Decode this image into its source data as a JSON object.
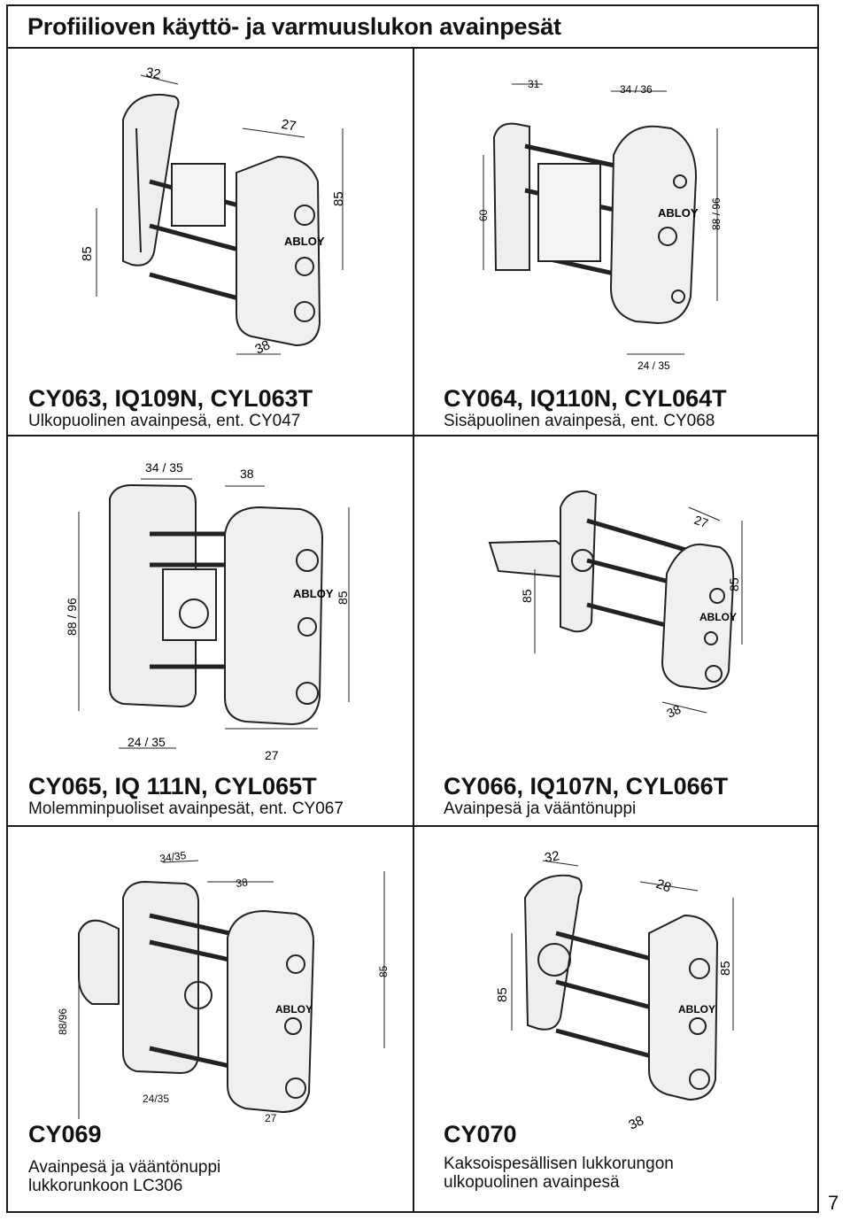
{
  "page": {
    "title": "Profiilioven käyttö- ja varmuuslukon avainpesät",
    "page_number": "7"
  },
  "products": [
    {
      "code": "CY063, IQ109N, CYL063T",
      "description_lines": [
        "Ulkopuolinen avainpesä, ent. CY047"
      ],
      "dimensions": [
        "32",
        "27",
        "85",
        "85",
        "38"
      ],
      "brand": "ABLOY"
    },
    {
      "code": "CY064, IQ110N, CYL064T",
      "description_lines": [
        "Sisäpuolinen avainpesä, ent. CY068"
      ],
      "dimensions": [
        "31",
        "34 / 36",
        "60",
        "88 / 96",
        "24 / 35"
      ],
      "brand": "ABLOY"
    },
    {
      "code": "CY065, IQ 111N, CYL065T",
      "description_lines": [
        "Molemminpuoliset avainpesät, ent. CY067"
      ],
      "dimensions": [
        "34 / 35",
        "38",
        "88 / 96",
        "85",
        "24 / 35",
        "27"
      ],
      "brand": "ABLOY"
    },
    {
      "code": "CY066, IQ107N, CYL066T",
      "description_lines": [
        "Avainpesä ja vääntönuppi"
      ],
      "dimensions": [
        "27",
        "85",
        "85",
        "38"
      ],
      "brand": "ABLOY"
    },
    {
      "code": "CY069",
      "description_lines": [
        "Avainpesä ja vääntönuppi",
        "lukkorunkoon LC306"
      ],
      "dimensions": [
        "34/35",
        "38",
        "88/96",
        "85",
        "24/35",
        "27"
      ],
      "brand": "ABLOY"
    },
    {
      "code": "CY070",
      "description_lines": [
        "Kaksoispesällisen lukkorungon",
        "ulkopuolinen avainpesä"
      ],
      "dimensions": [
        "32",
        "28",
        "85",
        "85",
        "38"
      ],
      "brand": "ABLOY"
    }
  ]
}
